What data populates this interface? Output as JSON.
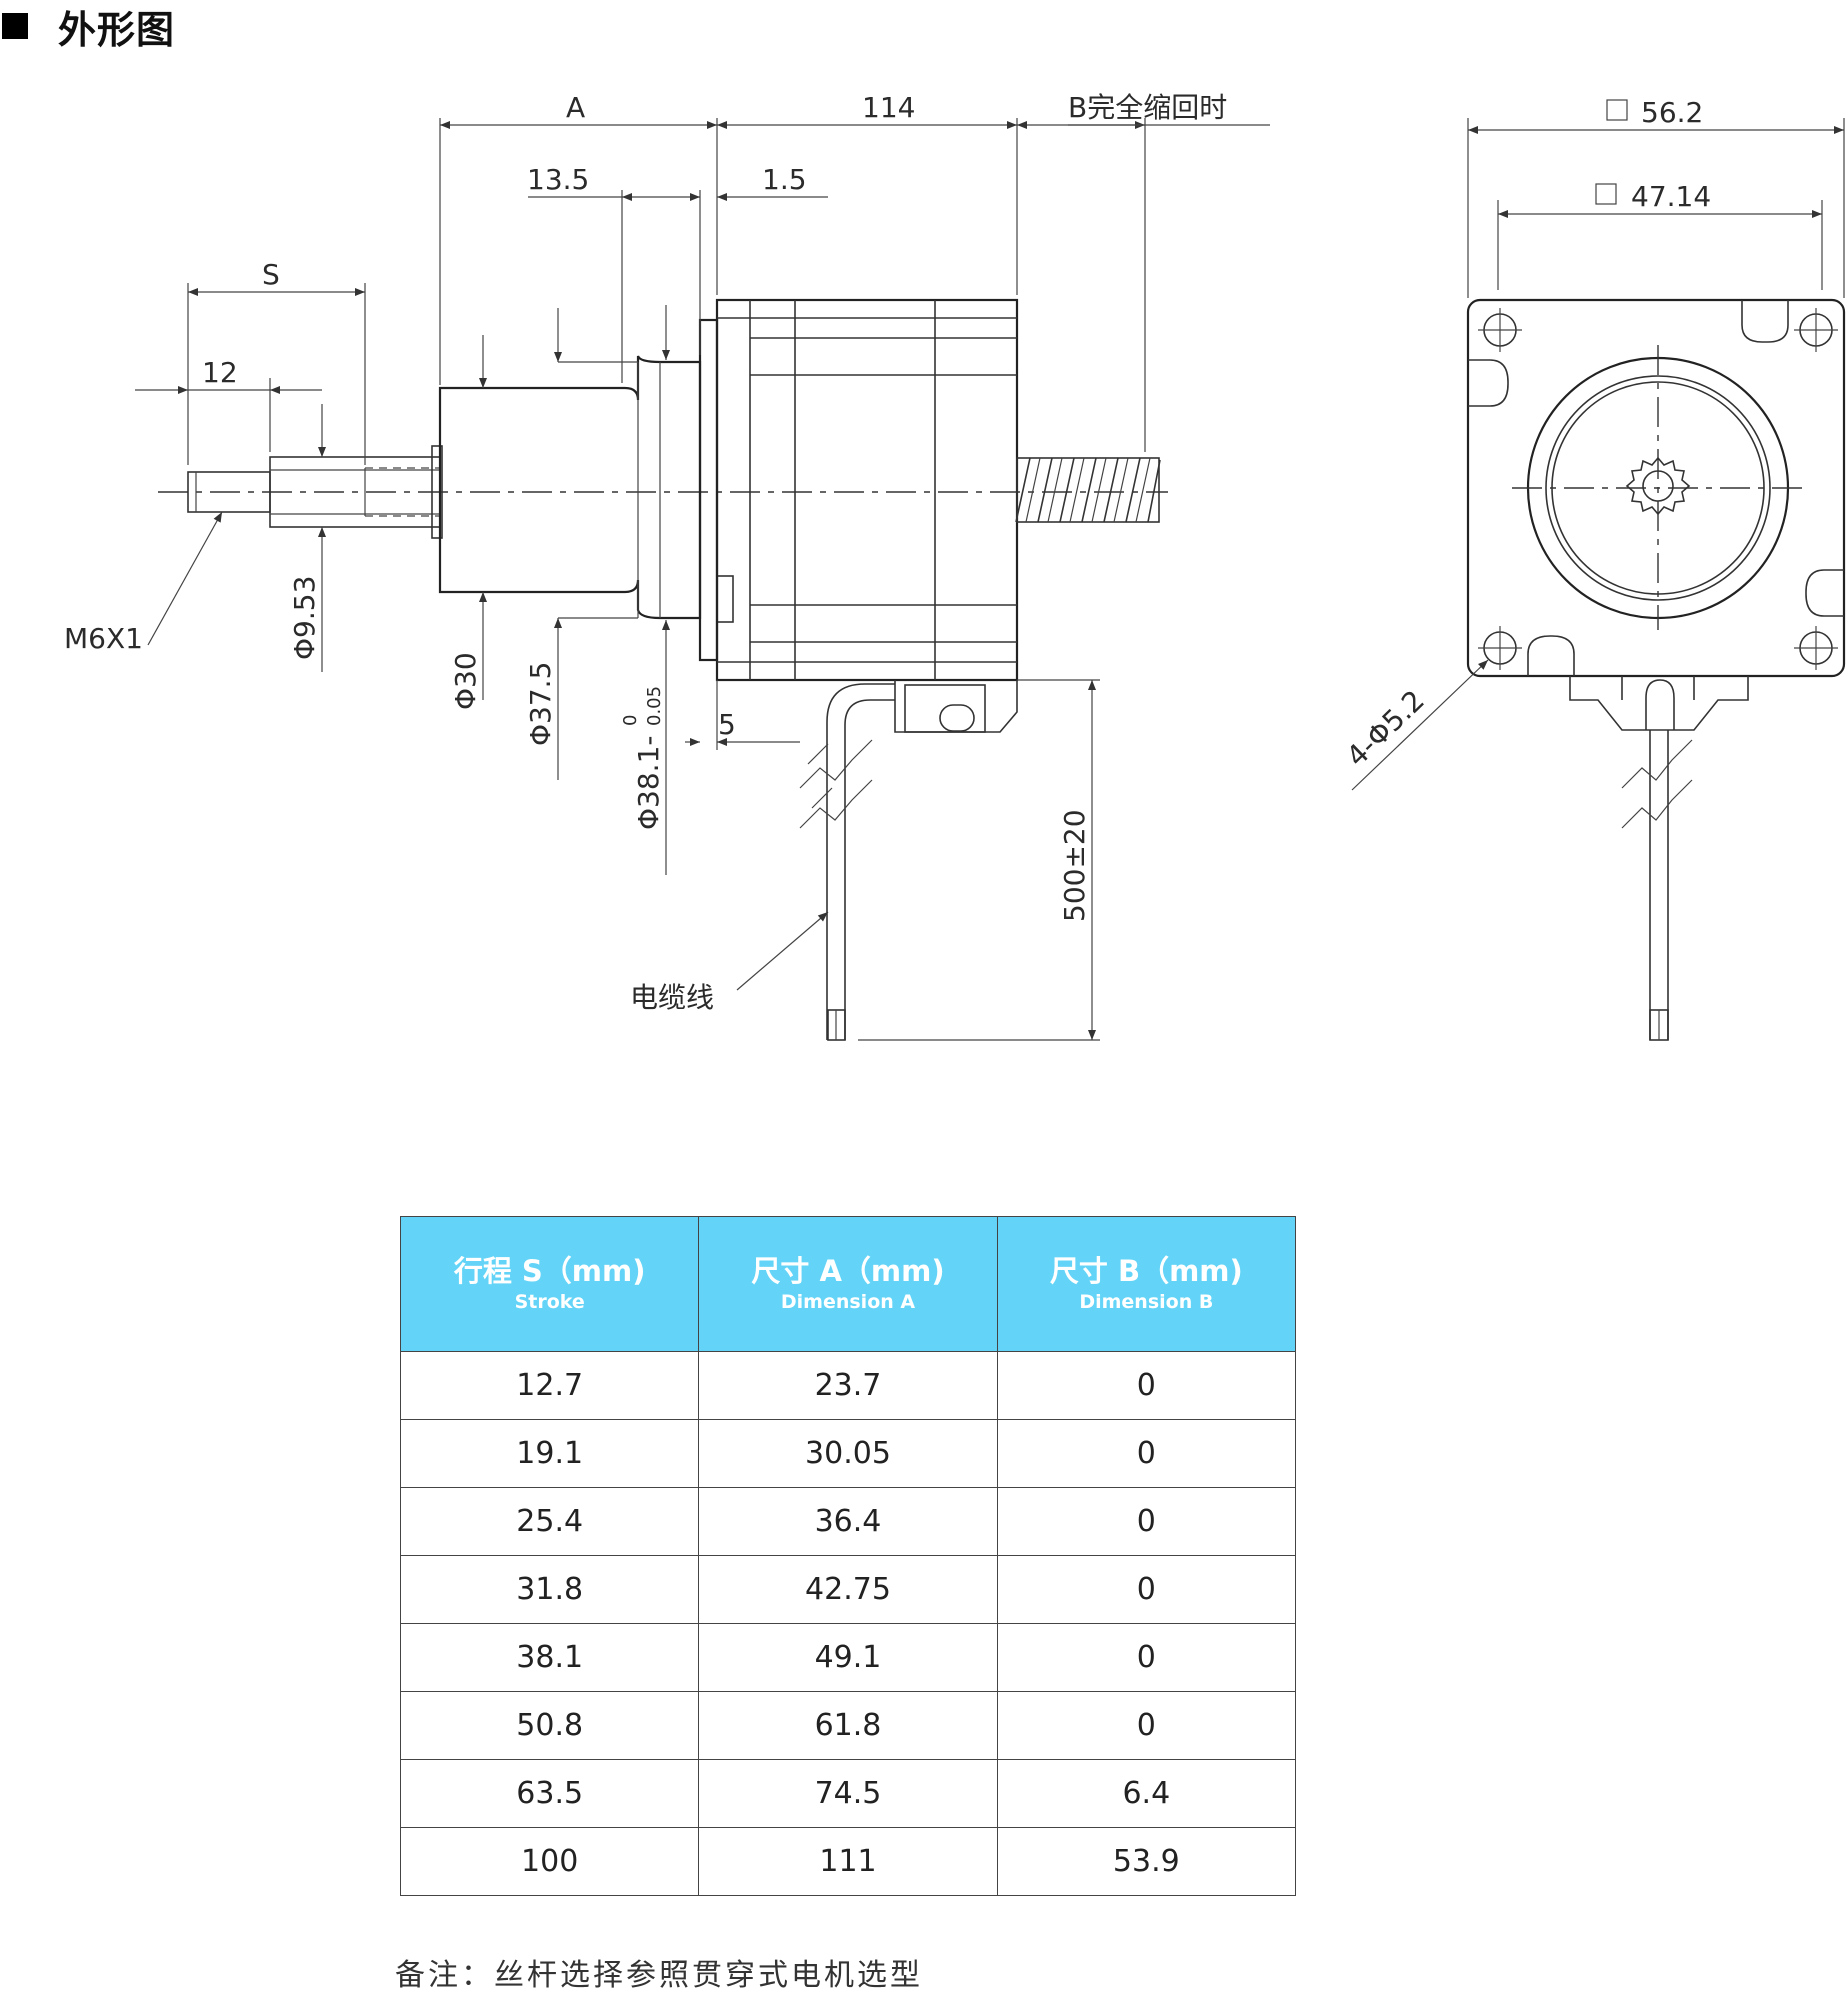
{
  "header": {
    "section_title": "外形图"
  },
  "diagram": {
    "labels": {
      "dim_a": "A",
      "dim_114": "114",
      "dim_b": "B完全缩回时",
      "dim_13_5": "13.5",
      "dim_1_5": "1.5",
      "dim_s": "S",
      "dim_12": "12",
      "thread": "M6X1",
      "phi_9_53": "Φ9.53",
      "phi_30": "Φ30",
      "phi_37_5": "Φ37.5",
      "phi_38_1": "Φ38.1-",
      "tol_upper": "0",
      "tol_lower": "0.05",
      "dim_5": "5",
      "cable_length": "500±20",
      "cable": "电缆线",
      "sq_56_2": "56.2",
      "sq_47_14": "47.14",
      "holes": "4-Φ5.2"
    }
  },
  "table": {
    "headers": [
      {
        "zh": "行程 S（mm)",
        "en": "Stroke"
      },
      {
        "zh": "尺寸 A（mm)",
        "en": "Dimension A"
      },
      {
        "zh": "尺寸 B（mm)",
        "en": "Dimension B"
      }
    ],
    "rows": [
      [
        "12.7",
        "23.7",
        "0"
      ],
      [
        "19.1",
        "30.05",
        "0"
      ],
      [
        "25.4",
        "36.4",
        "0"
      ],
      [
        "31.8",
        "42.75",
        "0"
      ],
      [
        "38.1",
        "49.1",
        "0"
      ],
      [
        "50.8",
        "61.8",
        "0"
      ],
      [
        "63.5",
        "74.5",
        "6.4"
      ],
      [
        "100",
        "111",
        "53.9"
      ]
    ]
  },
  "note": "备注：丝杆选择参照贯穿式电机选型"
}
